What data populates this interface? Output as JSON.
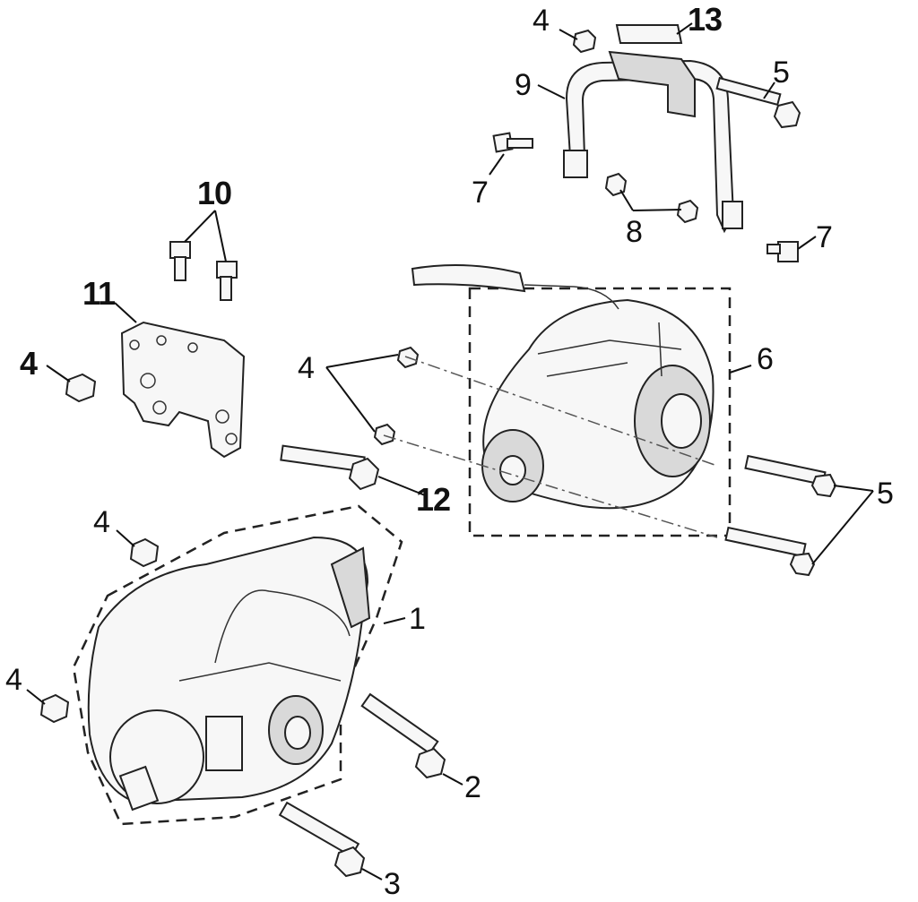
{
  "callouts": {
    "c1": "1",
    "c2": "2",
    "c3": "3",
    "c4_top": "4",
    "c4_left": "4",
    "c4_mid": "4",
    "c4_lower": "4",
    "c4_bottom": "4",
    "c5_top": "5",
    "c5_right": "5",
    "c6": "6",
    "c7_left": "7",
    "c7_right": "7",
    "c8": "8",
    "c9": "9",
    "c10": "10",
    "c11": "11",
    "c12": "12",
    "c13": "13"
  },
  "colors": {
    "line": "#222222",
    "background": "#ffffff",
    "part_fill": "#f7f7f7"
  }
}
